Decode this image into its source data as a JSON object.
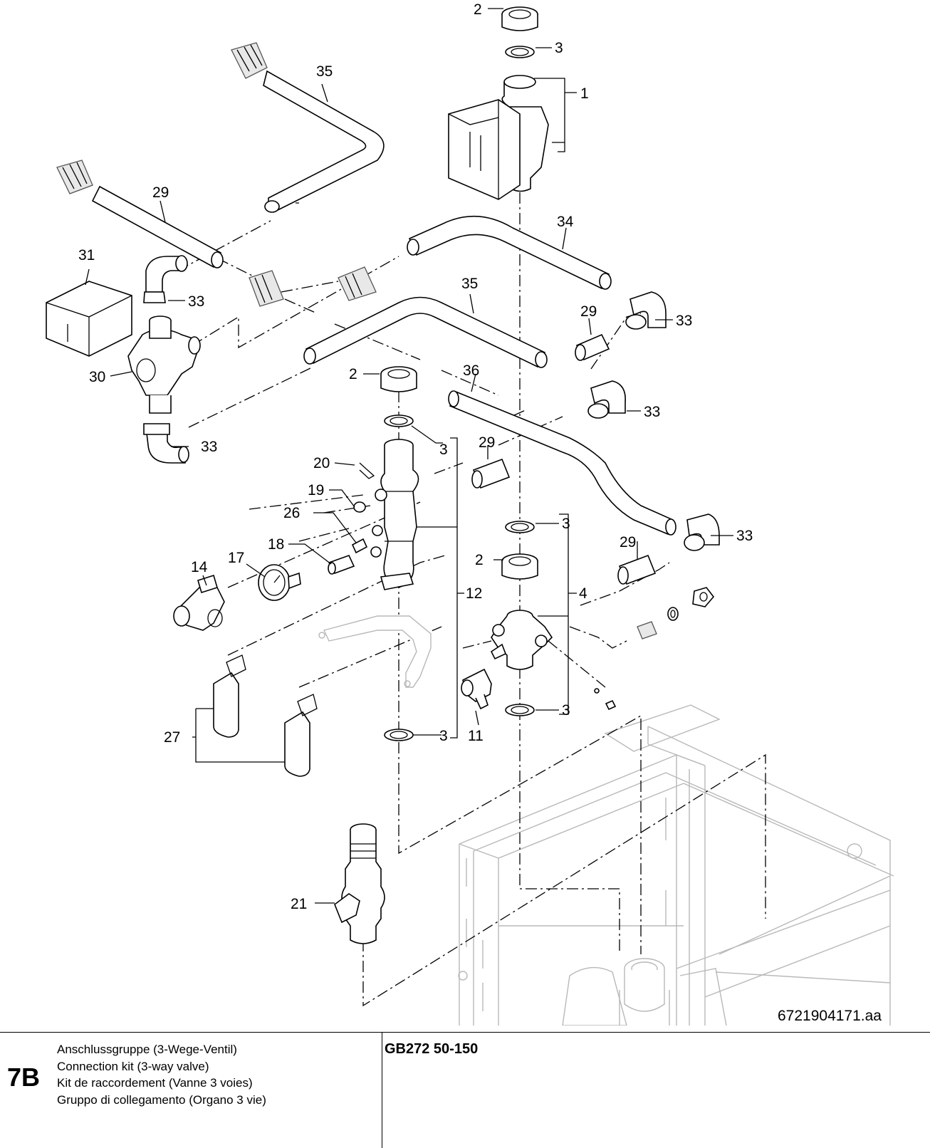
{
  "drawing": {
    "drawing_number": "6721904171.aa",
    "callouts": [
      "2",
      "3",
      "1",
      "35",
      "29",
      "34",
      "31",
      "33",
      "33",
      "35",
      "29",
      "33",
      "30",
      "2",
      "36",
      "33",
      "33",
      "3",
      "29",
      "20",
      "19",
      "26",
      "18",
      "17",
      "14",
      "3",
      "2",
      "12",
      "4",
      "27",
      "11",
      "3",
      "3",
      "21"
    ]
  },
  "footer": {
    "figure_number": "7B",
    "title_de": "Anschlussgruppe (3-Wege-Ventil)",
    "title_en": "Connection kit (3-way valve)",
    "title_fr": "Kit de raccordement (Vanne 3 voies)",
    "title_it": "Gruppo di collegamento (Organo 3 vie)",
    "model": "GB272 50-150"
  }
}
